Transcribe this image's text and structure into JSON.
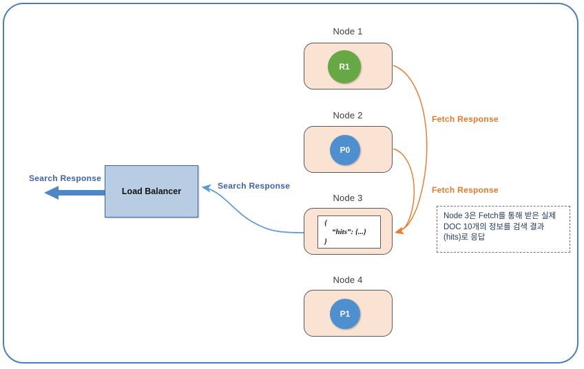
{
  "diagram": {
    "title_frame": "",
    "colors": {
      "frame_border": "#4a7ebb",
      "node_fill": "#fae3d3",
      "node_border": "#595959",
      "shard_green": "#66a844",
      "shard_blue": "#4e90cf",
      "load_balancer_fill": "#b8cce4",
      "load_balancer_border": "#39649a",
      "search_arrow": "#4f87c4",
      "fetch_arrow": "#ed7d31",
      "label_blue": "#3b5fbf",
      "label_orange": "#e8792a",
      "note_text": "#1f3864"
    }
  },
  "nodes": [
    {
      "caption": "Node 1",
      "shard": "R1",
      "shard_color": "green"
    },
    {
      "caption": "Node 2",
      "shard": "P0",
      "shard_color": "blue"
    },
    {
      "caption": "Node 3",
      "shard": "",
      "shard_color": "none"
    },
    {
      "caption": "Node 4",
      "shard": "P1",
      "shard_color": "blue"
    }
  ],
  "hits_payload": {
    "line1": "{",
    "line2": "“hits”: {...}",
    "line3": "}"
  },
  "load_balancer": {
    "label": "Load Balancer"
  },
  "labels": {
    "search_response_left": "Search  Response",
    "search_response_mid": "Search  Response",
    "fetch_response_upper": "Fetch  Response",
    "fetch_response_lower": "Fetch  Response"
  },
  "note": {
    "line1": "Node 3은 Fetch를 통해 받은 실제",
    "line2": "DOC 10개의 정보를 검색 결과",
    "line3": "(hits)로 응답"
  }
}
